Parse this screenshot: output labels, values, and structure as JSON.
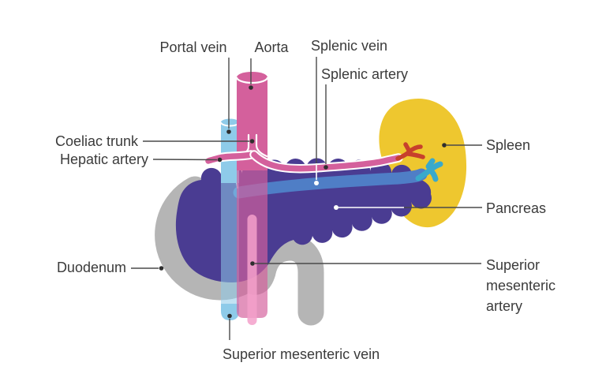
{
  "figure": {
    "type": "anatomical-diagram",
    "subject": "Pancreas, spleen, duodenum and associated blood vessels"
  },
  "labels": {
    "portal_vein": "Portal vein",
    "aorta": "Aorta",
    "splenic_vein": "Splenic vein",
    "splenic_artery": "Splenic artery",
    "coeliac_trunk": "Coeliac trunk",
    "hepatic_artery": "Hepatic artery",
    "spleen": "Spleen",
    "pancreas": "Pancreas",
    "duodenum": "Duodenum",
    "superior_mesenteric_artery_lines": [
      "Superior",
      "mesenteric",
      "artery"
    ],
    "superior_mesenteric_vein": "Superior mesenteric vein"
  },
  "colors": {
    "aorta_pink": "#d4609c",
    "portal_vein_blue": "#8ecbe9",
    "portal_vein_translucent": "rgba(142,203,233,0.55)",
    "aorta_translucent": "rgba(212,96,156,0.68)",
    "sma_pink": "rgba(243,160,202,0.85)",
    "pancreas_indigo": "#4a3c92",
    "splenic_vein_blue": "#4f7ec6",
    "spleen_yellow": "#eec72f",
    "duodenum_gray": "#b5b5b5",
    "red_branch": "#c7402c",
    "teal_branch": "#3aa9cb",
    "label_text": "#3b3b3b",
    "leader_line": "#4a4a4a"
  }
}
